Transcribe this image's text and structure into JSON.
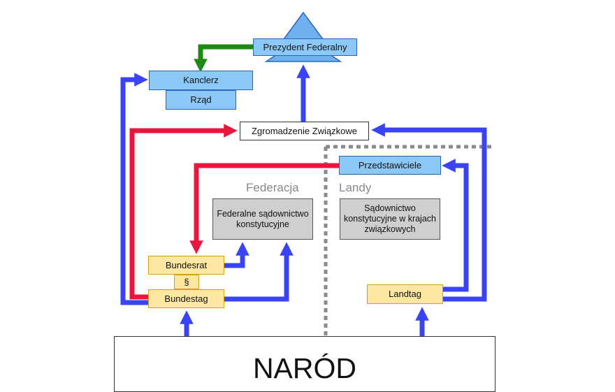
{
  "nodes": {
    "president": "Prezydent Federalny",
    "chancellor": "Kanclerz",
    "government": "Rząd",
    "federal_assembly": "Zgromadzenie Związkowe",
    "representatives": "Przedstawiciele",
    "federal_court": "Federalne sądownictwo konstytucyjne",
    "state_court": "Sądownictwo konstytucyjne w krajach związkowych",
    "bundesrat": "Bundesrat",
    "paragraph": "§",
    "bundestag": "Bundestag",
    "landtag": "Landtag",
    "people": "NARÓD"
  },
  "regions": {
    "federation": "Federacja",
    "states": "Landy"
  },
  "colors": {
    "blue_arrow": "#3a44f5",
    "red_arrow": "#e8173f",
    "green_arrow": "#1e8a12",
    "box_blue": "#8cc8f5",
    "box_yellow": "#fbe7a2",
    "box_gray": "#cfcfcf",
    "divider": "#8a8a8a"
  }
}
